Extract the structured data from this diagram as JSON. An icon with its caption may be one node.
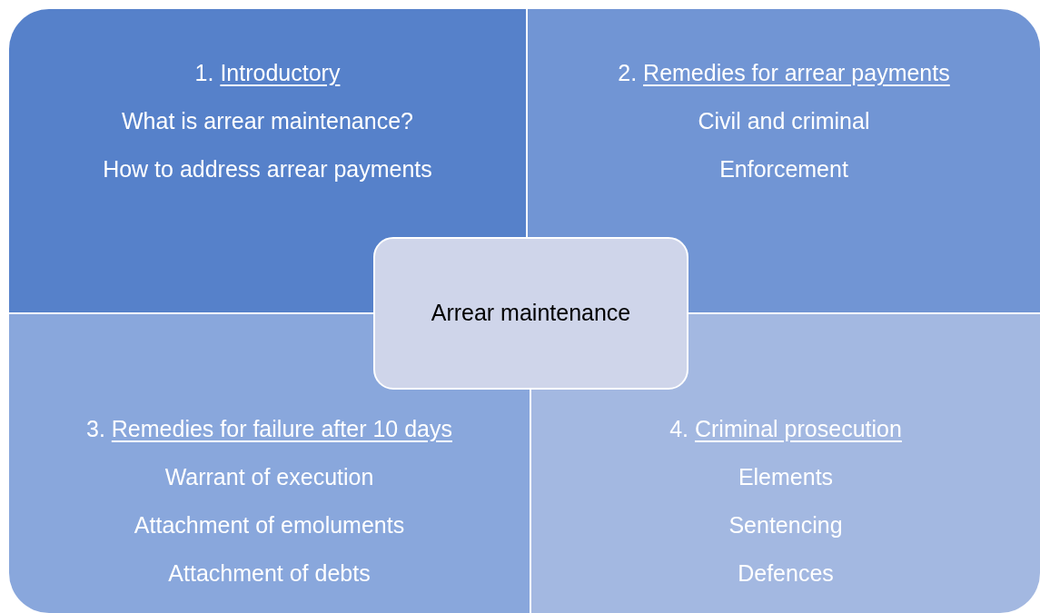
{
  "diagram": {
    "nodes": [
      {
        "text": [
          "1.",
          "Introductory",
          "What is arrear maintenance?",
          "How to address arrear payments"
        ]
      },
      {
        "text": [
          "2.",
          "Remedies for arrear payments",
          "Civil and criminal",
          "Enforcement"
        ]
      },
      {
        "text": [
          "3.",
          "Remedies for failure after 10 days",
          "Warrant of execution",
          "Attachment of emoluments",
          "Attachment of debts"
        ]
      },
      {
        "text": [
          "4.",
          "Criminal prosecution",
          "Elements",
          "Sentencing",
          "Defences"
        ]
      },
      {
        "text": [
          "Arrear maintenance"
        ]
      }
    ]
  }
}
